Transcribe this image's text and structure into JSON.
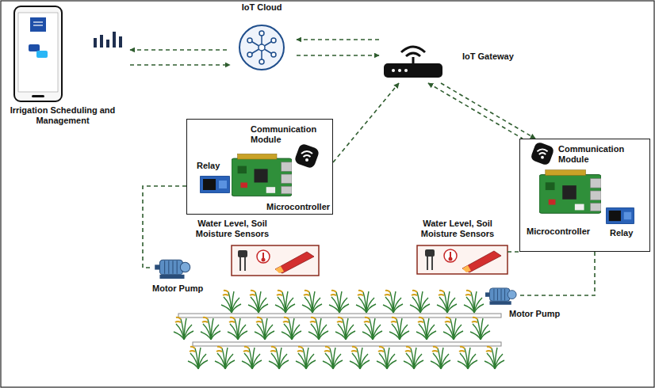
{
  "diagram": {
    "nodes": [
      {
        "text": [
          "Irrigation Scheduling and Management"
        ]
      },
      {
        "text": [
          "IoT Cloud"
        ]
      },
      {
        "text": [
          "IoT Gateway"
        ]
      },
      {
        "text": [
          "Communication Module",
          "Relay",
          "Microcontroller"
        ]
      },
      {
        "text": [
          "Water Level, Soil Moisture Sensors"
        ]
      },
      {
        "text": [
          "Motor Pump"
        ]
      },
      {
        "text": [
          "Communication Module",
          "Microcontroller",
          "Relay"
        ]
      },
      {
        "text": [
          "Water Level, Soil Moisture Sensors"
        ]
      },
      {
        "text": [
          "Motor Pump"
        ]
      }
    ],
    "edges": [
      {
        "from": 0,
        "to": 1,
        "arrow": "both"
      },
      {
        "from": 1,
        "to": 2,
        "arrow": "both"
      },
      {
        "from": 3,
        "to": 2,
        "arrow": "to"
      },
      {
        "from": 2,
        "to": 6,
        "arrow": "both"
      },
      {
        "from": 3,
        "to": 5,
        "arrow": "none"
      },
      {
        "from": 7,
        "to": 6,
        "arrow": "none"
      },
      {
        "from": 6,
        "to": 8,
        "arrow": "none"
      }
    ]
  }
}
